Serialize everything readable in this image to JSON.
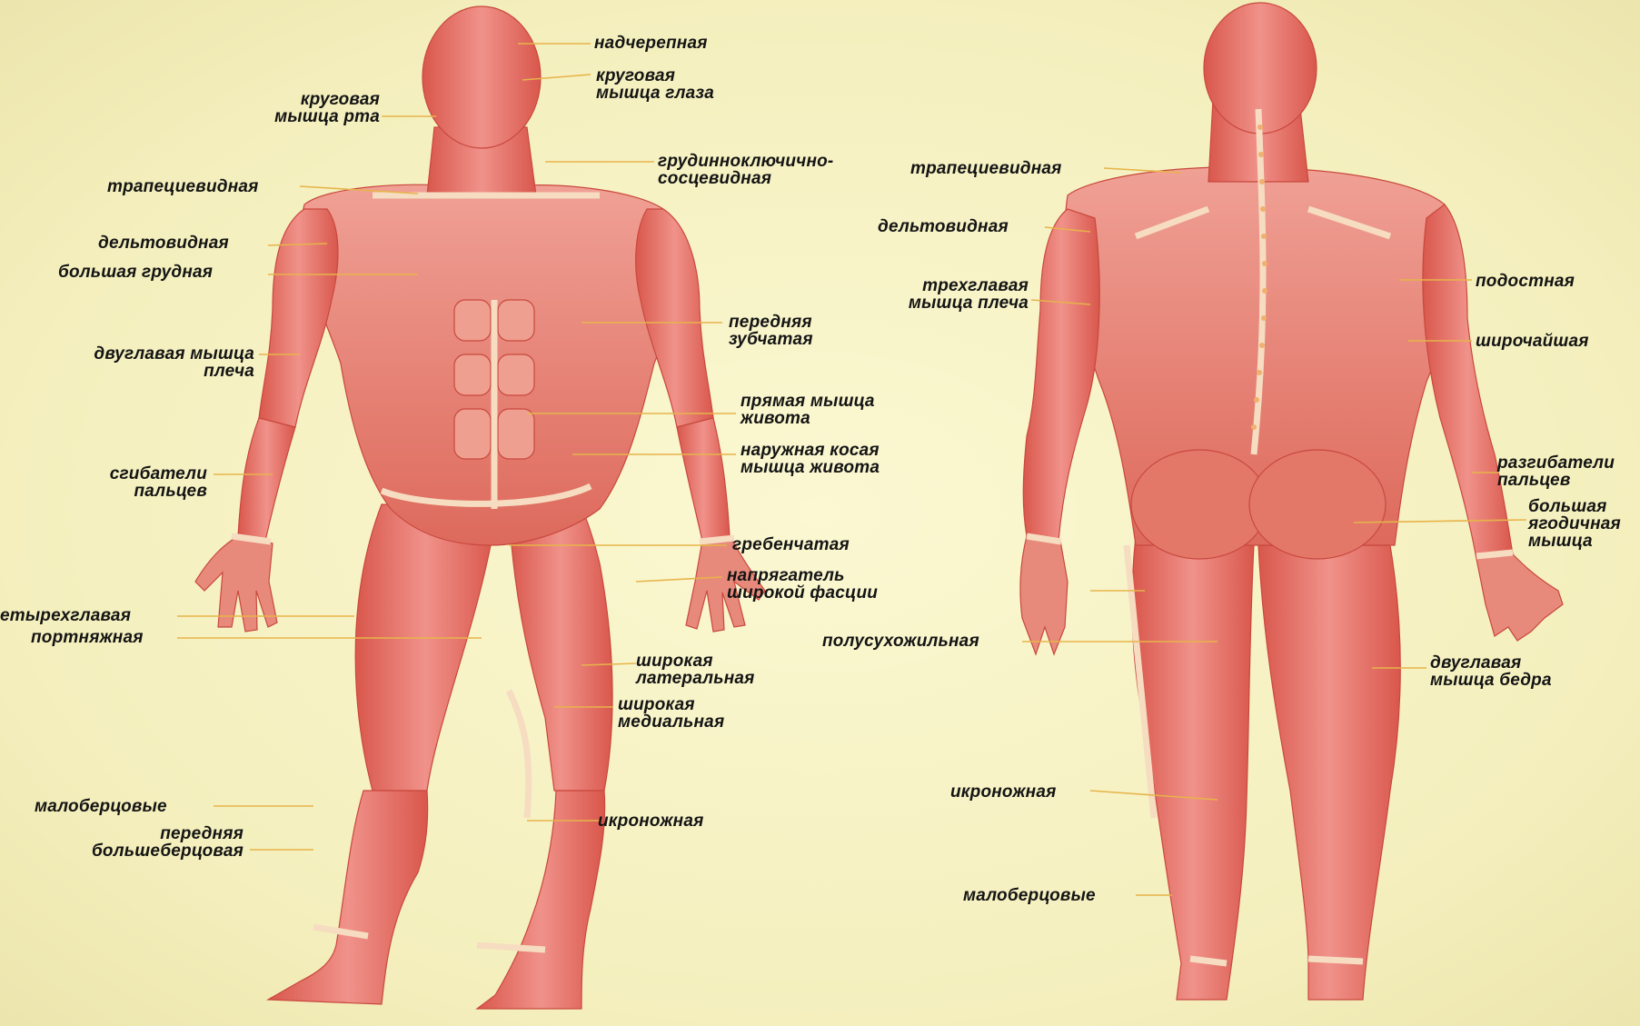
{
  "colors": {
    "background": "#f7f3c4",
    "muscle": "#e8776a",
    "muscle_light": "#f2a99a",
    "tendon": "#f6dcc0",
    "leader_line": "#e7b44a"
  },
  "front_labels": {
    "nadcherepnaya": "надчерепная",
    "krugovaya_glaza": "круговая\nмышца глаза",
    "krugovaya_rta": "круговая\nмышца рта",
    "grudinoklyuchichno": "грудинноключично-\nсосцевидная",
    "trapetsievidnaya": "трапециевидная",
    "deltovidnaya": "дельтовидная",
    "bolshaya_grudnaya": "большая грудная",
    "perednyaya_zubchataya": "передняя\nзубчатая",
    "dvuglavaya_plecha": "двуглавая мышца\nплеча",
    "pryamaya_zhivota": "прямая мышца\nживота",
    "naruzhnaya_kosaya": "наружная косая\nмышца живота",
    "sgibateli": "сгибатели\nпальцев",
    "grebenchataya": "гребенчатая",
    "napryagatel": "напрягатель\nширокой фасции",
    "chetyrehglavaya": "етырехглавая",
    "portnyazhnaya": "портняжная",
    "shirokaya_lateralnaya": "широкая\nлатеральная",
    "shirokaya_medialnaya": "широкая\nмедиальная",
    "maloberts": "малоберцовые",
    "ikronozhnaya": "икроножная",
    "perednyaya_bolshebertsovaya": "передняя\nбольшеберцовая"
  },
  "back_labels": {
    "trapetsievidnaya": "трапециевидная",
    "deltovidnaya": "дельтовидная",
    "trehglavaya": "трехглавая\nмышца плеча",
    "podostnaya": "подостная",
    "shirochayshaya": "широчайшая",
    "razgibateli": "разгибатели\nпальцев",
    "bolshaya_yagodichnaya": "большая\nягодичная\nмышца",
    "polusuhozhilnaya": "полусухожильная",
    "dvuglavaya_bedra": "двуглавая\nмышца бедра",
    "ikronozhnaya": "икроножная",
    "maloberts": "малоберцовые"
  }
}
